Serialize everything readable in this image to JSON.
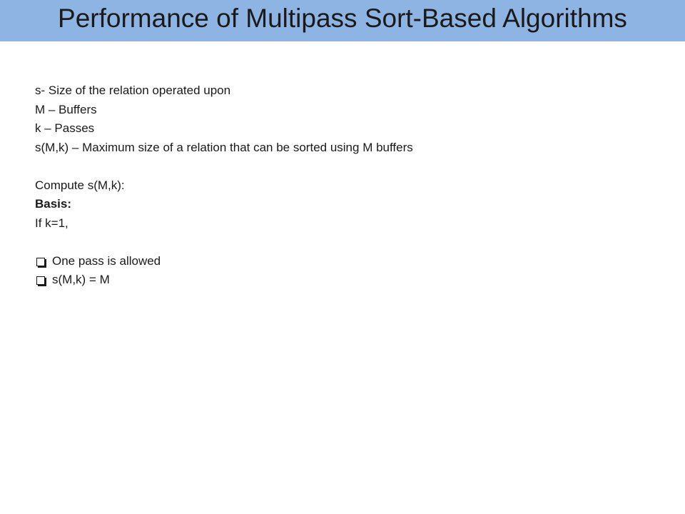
{
  "slide": {
    "title": "Performance of Multipass Sort-Based Algorithms",
    "definitions": [
      "s- Size of the relation operated upon",
      "M – Buffers",
      "k – Passes",
      "s(M,k) – Maximum size of a relation that can be sorted using M buffers"
    ],
    "compute_line": "Compute s(M,k):",
    "basis_label": "Basis:",
    "condition_line": "If k=1,",
    "bullets": [
      {
        "icon": "checkbox-bullet-icon",
        "text": "One pass is allowed"
      },
      {
        "icon": "checkbox-bullet-icon",
        "text": "s(M,k) = M"
      }
    ],
    "colors": {
      "title_bar": "#8eb4e3",
      "text": "#1a1a1a",
      "background": "#ffffff"
    }
  }
}
